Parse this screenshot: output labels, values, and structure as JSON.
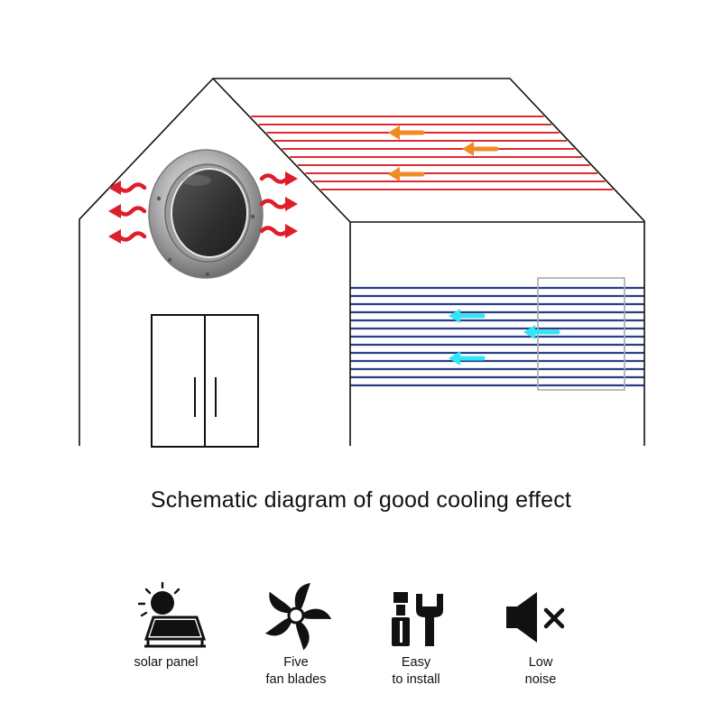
{
  "caption": "Schematic diagram of good cooling effect",
  "colors": {
    "outline": "#111111",
    "hot_lines": "#e02a32",
    "cold_lines": "#2b3e85",
    "hot_arrows": "#f08a24",
    "cold_arrows": "#2ee6f5",
    "exhaust_arrows": "#dd1f2b",
    "vent_metal": "#b8b8b8",
    "vent_panel": "#3a3a3a"
  },
  "icons": {
    "house": "house-outline",
    "vent": "solar-vent",
    "door": "double-door",
    "window": "window-frame"
  },
  "features": [
    {
      "icon": "solar-panel-icon",
      "line1": "solar panel",
      "line2": ""
    },
    {
      "icon": "fan-blades-icon",
      "line1": "Five",
      "line2": "fan blades"
    },
    {
      "icon": "tools-icon",
      "line1": "Easy",
      "line2": "to install"
    },
    {
      "icon": "speaker-mute-icon",
      "line1": "Low",
      "line2": "noise"
    }
  ]
}
